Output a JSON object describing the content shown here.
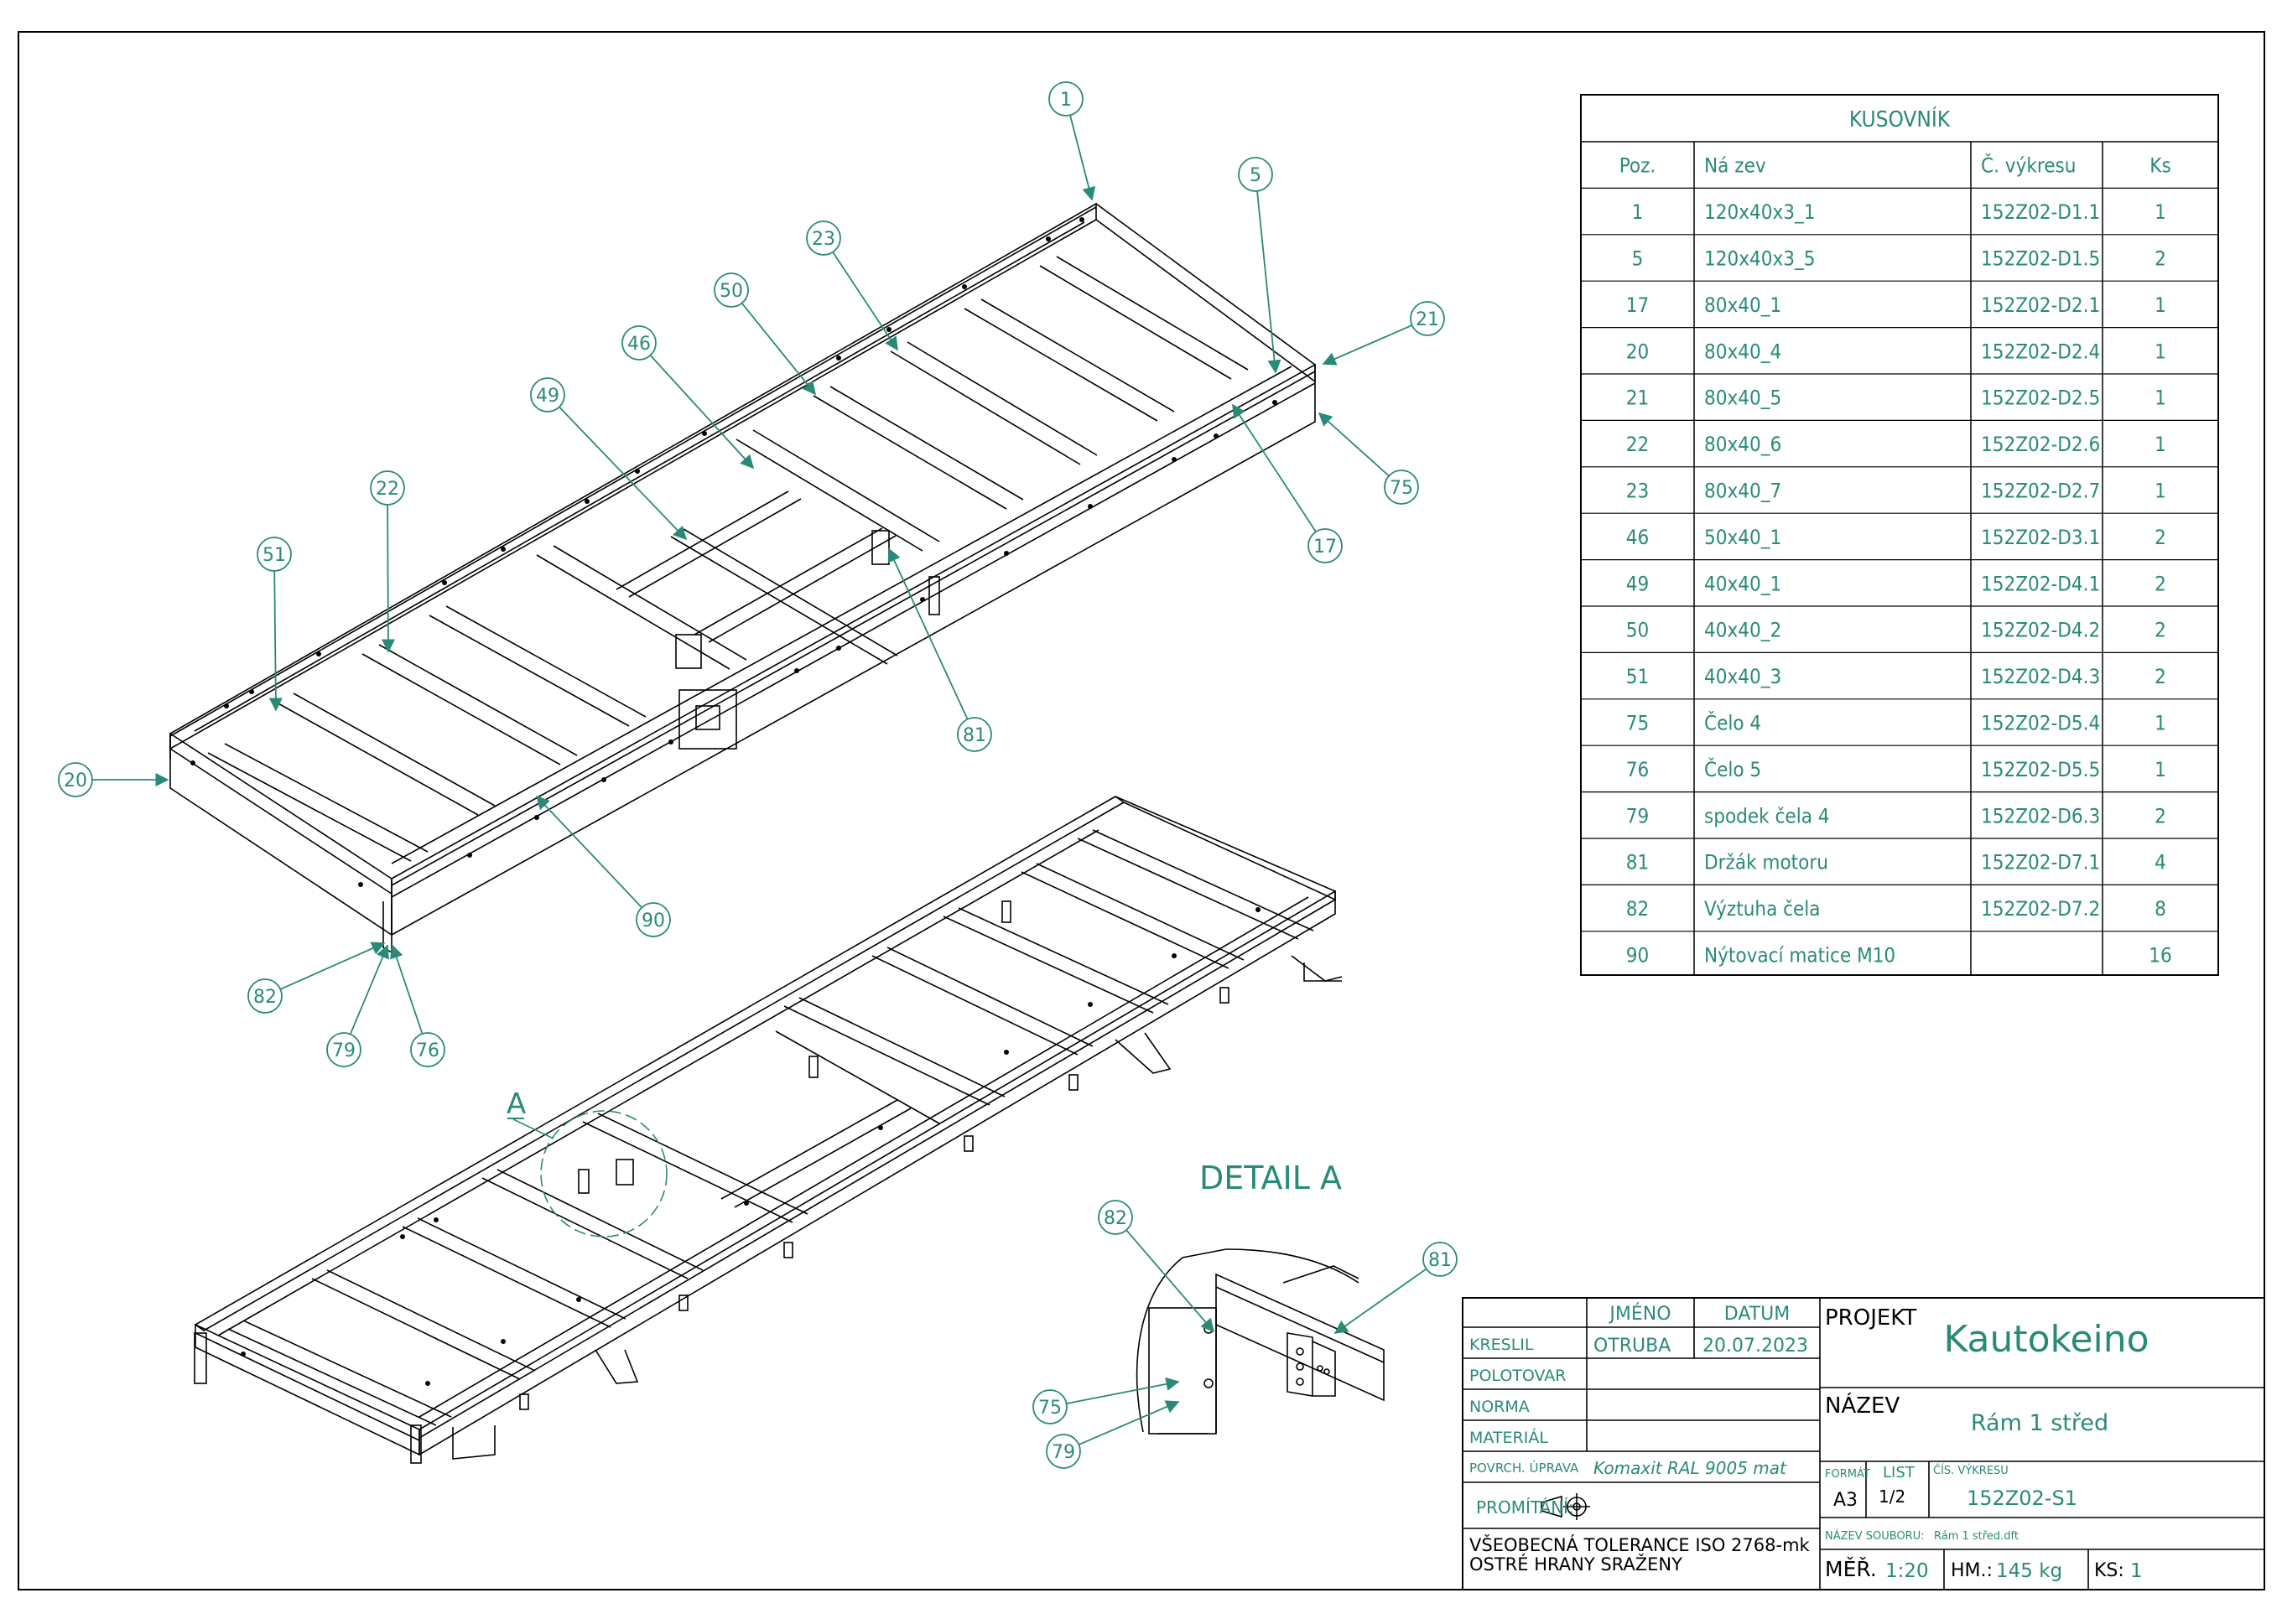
{
  "bom": {
    "title": "KUSOVNÍK",
    "headers": [
      "Poz.",
      "Ná zev",
      "Č. výkresu",
      "Ks"
    ],
    "rows": [
      [
        "1",
        "120x40x3_1",
        "152Z02-D1.1",
        "1"
      ],
      [
        "5",
        "120x40x3_5",
        "152Z02-D1.5",
        "2"
      ],
      [
        "17",
        "80x40_1",
        "152Z02-D2.1",
        "1"
      ],
      [
        "20",
        "80x40_4",
        "152Z02-D2.4",
        "1"
      ],
      [
        "21",
        "80x40_5",
        "152Z02-D2.5",
        "1"
      ],
      [
        "22",
        "80x40_6",
        "152Z02-D2.6",
        "1"
      ],
      [
        "23",
        "80x40_7",
        "152Z02-D2.7",
        "1"
      ],
      [
        "46",
        "50x40_1",
        "152Z02-D3.1",
        "2"
      ],
      [
        "49",
        "40x40_1",
        "152Z02-D4.1",
        "2"
      ],
      [
        "50",
        "40x40_2",
        "152Z02-D4.2",
        "2"
      ],
      [
        "51",
        "40x40_3",
        "152Z02-D4.3",
        "2"
      ],
      [
        "75",
        "Čelo 4",
        "152Z02-D5.4",
        "1"
      ],
      [
        "76",
        "Čelo 5",
        "152Z02-D5.5",
        "1"
      ],
      [
        "79",
        "spodek čela 4",
        "152Z02-D6.3",
        "2"
      ],
      [
        "81",
        "Držák motoru",
        "152Z02-D7.1",
        "4"
      ],
      [
        "82",
        "Výztuha čela",
        "152Z02-D7.2",
        "8"
      ],
      [
        "90",
        "Nýtovací matice M10",
        "",
        "16"
      ]
    ]
  },
  "balloons_top": [
    "1",
    "5",
    "21",
    "23",
    "50",
    "46",
    "49",
    "22",
    "51",
    "20",
    "75",
    "17",
    "81",
    "90",
    "82",
    "79",
    "76"
  ],
  "detail": {
    "view_label": "A",
    "title": "DETAIL  A",
    "balloons": [
      "82",
      "81",
      "75",
      "79"
    ]
  },
  "title_block": {
    "col_jmeno": "JMÉNO",
    "col_datum": "DATUM",
    "row_kreslil": "KRESLIL",
    "kreslil_name": "OTRUBA",
    "kreslil_date": "20.07.2023",
    "row_polotovar": "POLOTOVAR",
    "row_norma": "NORMA",
    "row_material": "MATERIÁL",
    "row_povrch": "POVRCH. ÚPRAVA",
    "povrch_value": "Komaxit RAL  9005 mat",
    "promitani_label": "PROMÍTÁNÍ:",
    "tolerance_line1": "VŠEOBECNÁ TOLERANCE ISO 2768-mk",
    "tolerance_line2": "OSTRÉ HRANY SRAŽENY",
    "projekt_label": "PROJEKT",
    "projekt_value": "Kautokeino",
    "nazev_label": "NÁZEV",
    "nazev_value": "Rám 1 střed",
    "format_label": "FORMÁT",
    "format_value": "A3",
    "list_label": "LIST",
    "list_value": "1/2",
    "cis_label": "ČÍS. VÝKRESU",
    "cis_value": "152Z02-S1",
    "soubor_label": "NÁZEV SOUBORU:",
    "soubor_value": "Rám 1 střed.dft",
    "mer_label": "MĚŘ.",
    "mer_value": "1:20",
    "hm_label": "HM.:",
    "hm_value": "145 kg",
    "ks_label": "KS:",
    "ks_value": "1"
  },
  "colors": {
    "line": "#000000",
    "accent": "#2a8a78"
  }
}
